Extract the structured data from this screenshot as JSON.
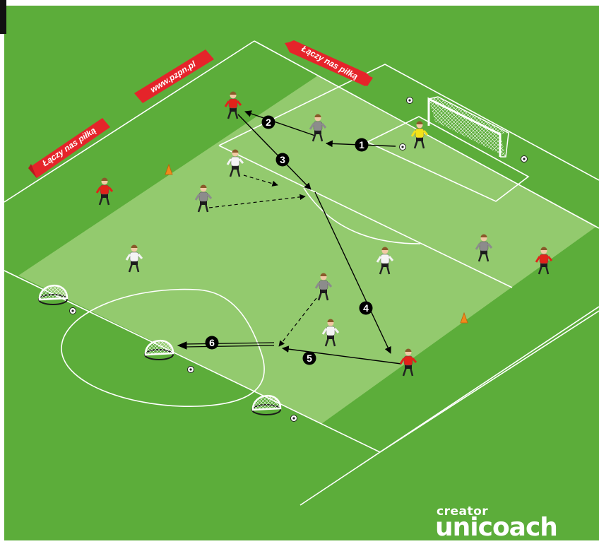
{
  "colors": {
    "grass": "#5cad3a",
    "grass_dark": "#4f9c31",
    "zone": "#9ccf78",
    "line": "#ffffff",
    "banner": "#e5242a",
    "red_kit": "#e2231a",
    "grey_kit": "#8c8c8c",
    "white_kit": "#f4f4f4",
    "keeper_kit": "#f2e21a",
    "cone": "#f08a1c",
    "arrow": "#000000"
  },
  "banners": [
    {
      "text": "Łączy nas piłką"
    },
    {
      "text": "www.pzpn.pl"
    },
    {
      "text": "Łączy nas piłką"
    }
  ],
  "steps": [
    {
      "label": "1",
      "type": "pass"
    },
    {
      "label": "2",
      "type": "pass"
    },
    {
      "label": "3",
      "type": "pass"
    },
    {
      "label": "4",
      "type": "pass"
    },
    {
      "label": "5",
      "type": "pass"
    },
    {
      "label": "6",
      "type": "shot"
    }
  ],
  "players": [
    {
      "team": "red"
    },
    {
      "team": "red"
    },
    {
      "team": "red"
    },
    {
      "team": "red"
    },
    {
      "team": "grey"
    },
    {
      "team": "grey"
    },
    {
      "team": "grey"
    },
    {
      "team": "grey"
    },
    {
      "team": "white"
    },
    {
      "team": "white"
    },
    {
      "team": "white"
    },
    {
      "team": "white"
    },
    {
      "team": "keeper"
    }
  ],
  "goals": {
    "large": 1,
    "mini": 3
  },
  "cones": 2,
  "balls": 6,
  "logo": {
    "small": "creator",
    "big": "unicoach"
  }
}
